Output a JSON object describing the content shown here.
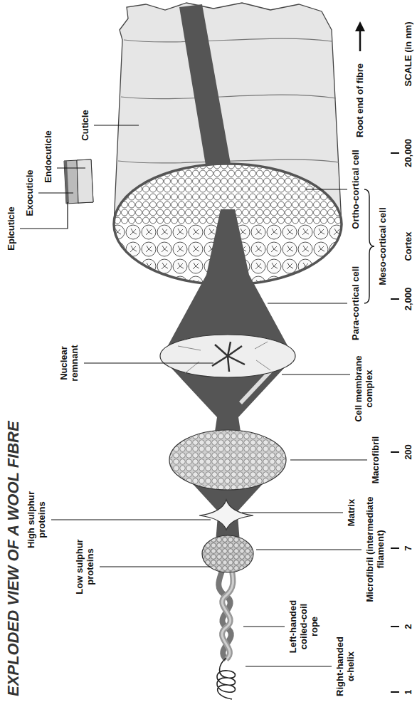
{
  "diagram": {
    "title": "EXPLODED VIEW OF A WOOL FIBRE",
    "labels": [
      "Epicuticle",
      "Exocuticle",
      "Endocuticle",
      "Cuticle",
      "Root end of fibre",
      "Ortho-cortical cell",
      "Meso-cortical cell",
      "Cortex",
      "Para-cortical cell",
      "Nuclear remnant",
      "Cell membrane complex",
      "Macrofibril",
      "High sulphur proteins",
      "Matrix",
      "Microfibril (intermediate filament)",
      "Low sulphur proteins",
      "Left-handed coiled-coil rope",
      "Right-handed α-helix",
      "SCALE (in nm)",
      "1",
      "2",
      "7",
      "200",
      "2,000",
      "20,000"
    ]
  }
}
